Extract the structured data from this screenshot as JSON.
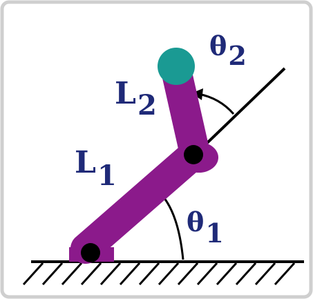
{
  "diagram": {
    "labels": {
      "link1": {
        "main": "L",
        "sub": "1"
      },
      "link2": {
        "main": "L",
        "sub": "2"
      },
      "angle1": {
        "main": "θ",
        "sub": "1"
      },
      "angle2": {
        "main": "θ",
        "sub": "2"
      }
    },
    "colors": {
      "link": "#8b1a8b",
      "end_effector": "#1a9a93",
      "label": "#1f2a78",
      "line": "#000000",
      "frame_border": "#bdbdbd"
    },
    "icons": {
      "base_joint": "filled-circle",
      "elbow_joint": "filled-circle",
      "end_effector": "teal-disc",
      "ground": "hatched-ground"
    }
  }
}
